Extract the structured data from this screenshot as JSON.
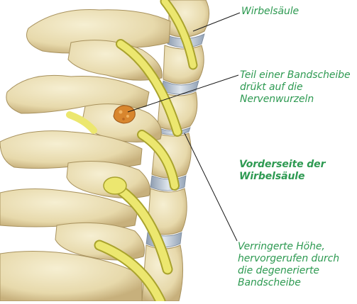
{
  "labels": {
    "wirbelsaeule": "Wirbelsäule",
    "bandscheibe": [
      "Teil einer Bandscheibe",
      "drükt auf die",
      "Nervenwurzeln"
    ],
    "vorderseite": [
      "Vorderseite der",
      "Wirbelsäule"
    ],
    "hoehe": [
      "Verringerte Höhe,",
      "hervorgerufen durch",
      "die degenerierte",
      "Bandscheibe"
    ]
  },
  "colors": {
    "label_text": "#2e9a52",
    "leader_line": "#1a1a1a",
    "bone": "#ece0b4",
    "bone_shadow": "#c8b383",
    "nerve": "#e6e06a",
    "disc": "#b9c7d4",
    "herniation": "#d8862e"
  }
}
